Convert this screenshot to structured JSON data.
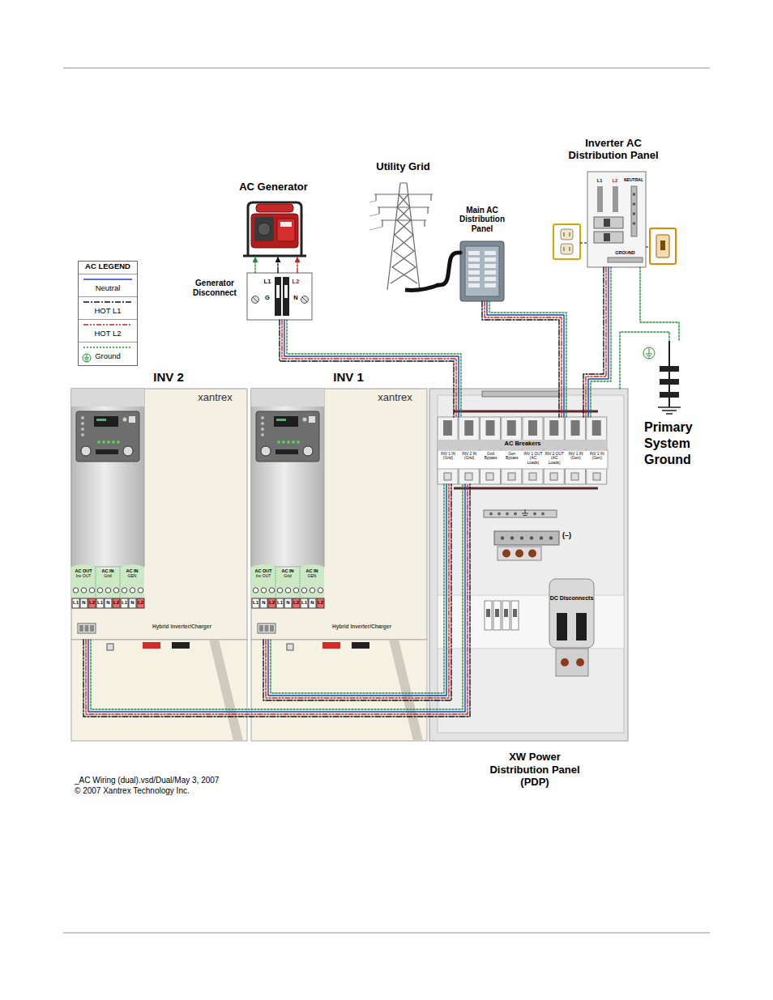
{
  "diagram": {
    "nodes": [
      {
        "text": [
          "AC Generator"
        ]
      },
      {
        "text": [
          "Utility Grid"
        ]
      },
      {
        "text": [
          "Main AC Distribution Panel"
        ]
      },
      {
        "text": [
          "Inverter AC Distribution Panel"
        ]
      },
      {
        "text": [
          "Generator Disconnect"
        ]
      },
      {
        "text": [
          "INV 2",
          "xantrex",
          "Hybrid Inverter/Charger"
        ]
      },
      {
        "text": [
          "INV 1",
          "xantrex",
          "Hybrid Inverter/Charger"
        ]
      },
      {
        "text": [
          "XW Power Distribution Panel (PDP)"
        ]
      },
      {
        "text": [
          "AC Breakers"
        ],
        "in": 7
      },
      {
        "text": [
          "DC Disconnects"
        ],
        "in": 7
      },
      {
        "text": [
          "Primary System Ground"
        ]
      }
    ],
    "edges": [
      {
        "from": 4,
        "to": 0,
        "arrow": "to"
      },
      {
        "from": 1,
        "to": 2,
        "arrow": "none"
      },
      {
        "from": 4,
        "to": 8,
        "arrow": "none"
      },
      {
        "from": 2,
        "to": 8,
        "arrow": "none"
      },
      {
        "from": 3,
        "to": 8,
        "arrow": "none"
      },
      {
        "from": 6,
        "to": 8,
        "arrow": "none"
      },
      {
        "from": 5,
        "to": 8,
        "arrow": "none"
      },
      {
        "from": 7,
        "to": 10,
        "arrow": "none"
      },
      {
        "from": 3,
        "to": 10,
        "arrow": "none"
      }
    ],
    "labels": [
      "AC LEGEND",
      "L1",
      "L2",
      "G",
      "N",
      "L1",
      "L2",
      "NEUTRAL",
      "GROUND",
      "AC OUT",
      "Inv OUT",
      "AC IN",
      "Grid",
      "AC IN",
      "GEN",
      "L1",
      "N",
      "L2",
      "L1",
      "N",
      "L2",
      "L1",
      "N",
      "L2",
      "AC OUT",
      "Inv OUT",
      "AC IN",
      "Grid",
      "AC IN",
      "GEN",
      "L1",
      "N",
      "L2",
      "L1",
      "N",
      "L2",
      "L1",
      "N",
      "L2",
      "INV 1 IN (Grid)",
      "INV 2 IN (Grid)",
      "Grid Bypass",
      "Gen Bypass",
      "INV 1 OUT (AC Loads)",
      "INV 2 OUT (AC Loads)",
      "INV 1 IN (Gen)",
      "INV 2 IN (Gen)",
      "(–)",
      "_AC Wiring (dual).vsd/Dual/May 3, 2007",
      "© 2007 Xantrex Technology Inc."
    ],
    "legend": [
      {
        "text": "Neutral"
      },
      {
        "text": "HOT L1"
      },
      {
        "text": "HOT L2"
      },
      {
        "text": "Ground"
      }
    ]
  }
}
